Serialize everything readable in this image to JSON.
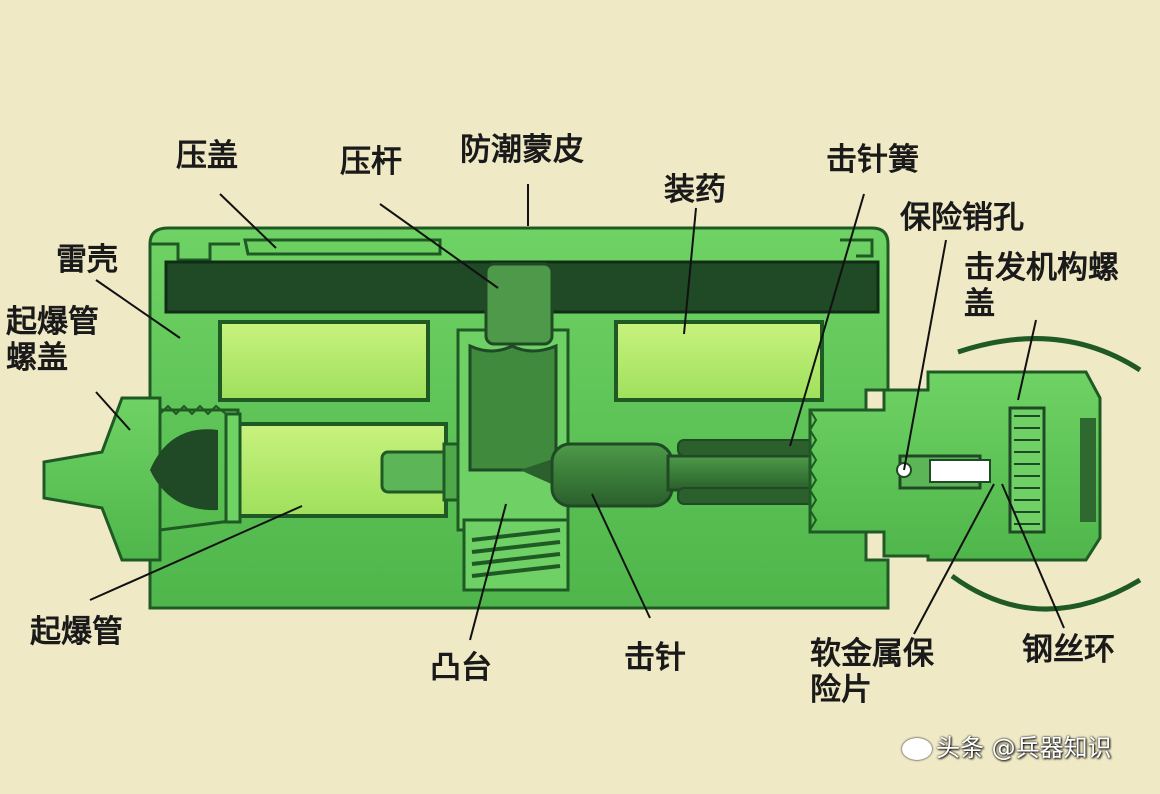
{
  "labels": {
    "yagai": "压盖",
    "yagan": "压杆",
    "fangchao": "防潮蒙皮",
    "jizhenhuang": "击针簧",
    "zhuangyao": "装药",
    "baoxianxiaokong": "保险销孔",
    "jifajigou_line1": "击发机构螺",
    "jifajigou_line2": "盖",
    "leike": "雷壳",
    "qibaoguan_luogai_line1": "起爆管",
    "qibaoguan_luogai_line2": "螺盖",
    "qibaoguan": "起爆管",
    "tutai": "凸台",
    "jizhen": "击针",
    "ruanjinshu_line1": "软金属保",
    "ruanjinshu_line2": "险片",
    "gangsihuan": "钢丝环"
  },
  "watermark": "头条 @兵器知识",
  "colors": {
    "background": "#efe9c6",
    "casing": "#5cc455",
    "charge": "#b6ec6e",
    "dark_bar": "#1f4a25",
    "line": "#111111"
  }
}
